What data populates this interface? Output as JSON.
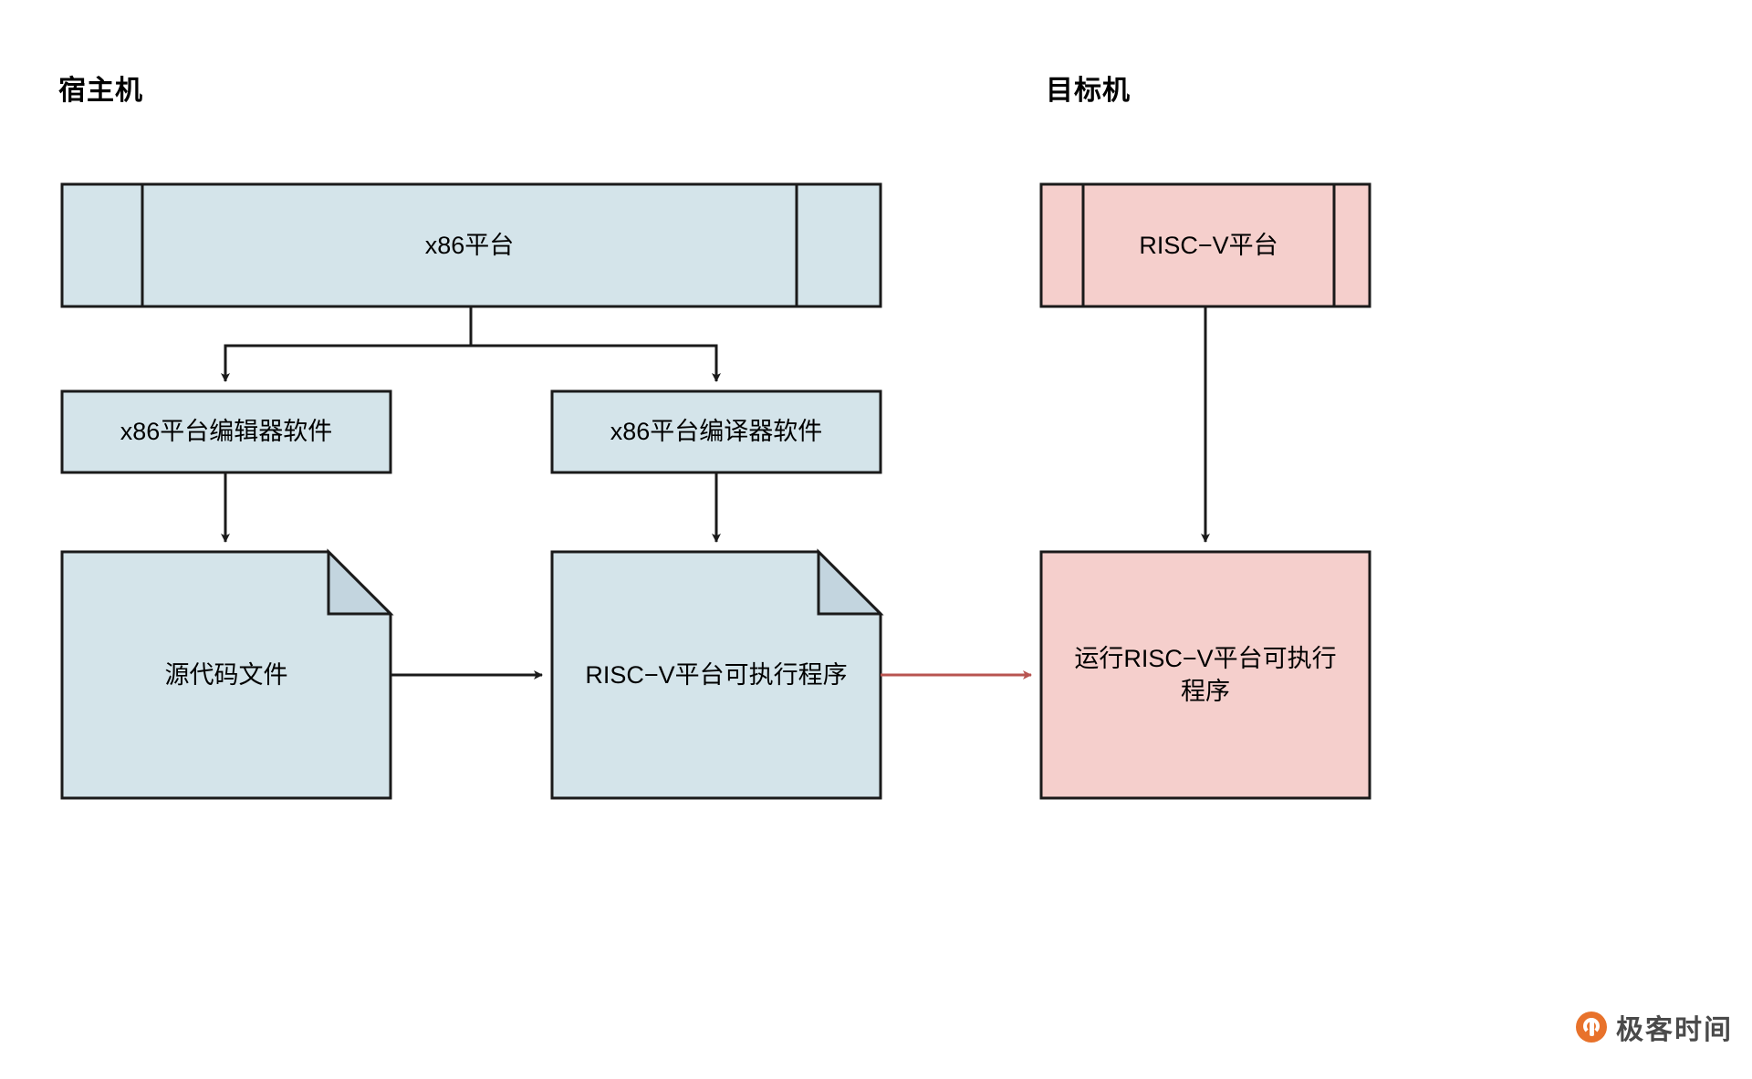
{
  "diagram": {
    "title_host": "宿主机",
    "title_target": "目标机",
    "colors": {
      "blue_fill": "#D4E4EA",
      "blue_fold": "#C3D5DF",
      "pink_fill": "#F5CFCC",
      "stroke": "#1A1A1A",
      "red_arrow": "#B85450",
      "watermark_orange": "#E8722B",
      "watermark_text": "#4A4A4A"
    },
    "nodes": {
      "x86_platform": "x86平台",
      "riscv_platform": "RISC−V平台",
      "x86_editor": "x86平台编辑器软件",
      "x86_compiler": "x86平台编译器软件",
      "source_file": "源代码文件",
      "riscv_executable": "RISC−V平台可执行程序",
      "run_riscv_executable": "运行RISC−V平台可执行\n程序"
    },
    "edges": [
      {
        "from": "x86_platform",
        "to": "x86_editor",
        "style": "solid-black"
      },
      {
        "from": "x86_platform",
        "to": "x86_compiler",
        "style": "solid-black"
      },
      {
        "from": "x86_editor",
        "to": "source_file",
        "style": "solid-black"
      },
      {
        "from": "x86_compiler",
        "to": "riscv_executable",
        "style": "solid-black"
      },
      {
        "from": "source_file",
        "to": "riscv_executable",
        "style": "solid-black"
      },
      {
        "from": "riscv_executable",
        "to": "run_riscv_executable",
        "style": "solid-red"
      },
      {
        "from": "riscv_platform",
        "to": "run_riscv_executable",
        "style": "solid-black"
      }
    ]
  },
  "watermark": {
    "text": "极客时间",
    "icon": "geektime-logo-icon"
  }
}
